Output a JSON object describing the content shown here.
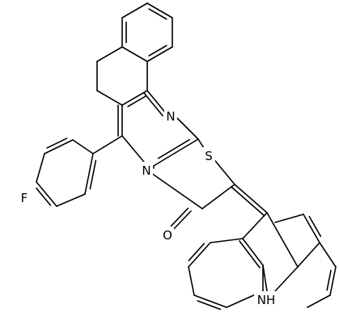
{
  "atom_labels": {
    "fluorine": "F",
    "nitrogen_imine": "N",
    "nitrogen_ring": "N",
    "sulfur": "S",
    "oxygen": "O",
    "indole_nh": "NH"
  },
  "colors": {
    "background": "#ffffff",
    "ink": "#000000"
  }
}
